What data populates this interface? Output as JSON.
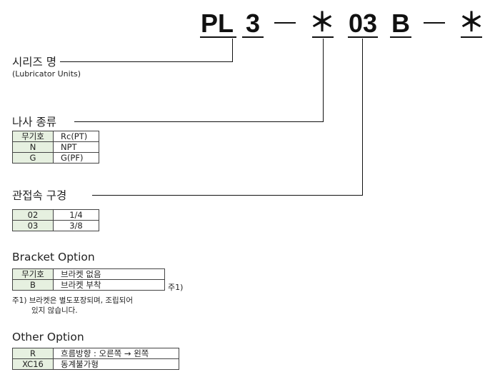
{
  "model_code": {
    "prefix": "PL",
    "size": "3",
    "thread": "＊",
    "port": "03",
    "bracket": "B",
    "option": "＊"
  },
  "series": {
    "title": "시리즈 명",
    "subtitle": "(Lubricator Units)"
  },
  "thread_type": {
    "title": "나사 종류",
    "rows": [
      [
        "무기호",
        "Rc(PT)"
      ],
      [
        "N",
        "NPT"
      ],
      [
        "G",
        "G(PF)"
      ]
    ]
  },
  "port_size": {
    "title": "관접속 구경",
    "rows": [
      [
        "02",
        "1/4"
      ],
      [
        "03",
        "3/8"
      ]
    ]
  },
  "bracket_option": {
    "title": "Bracket Option",
    "rows": [
      [
        "무기호",
        "브라켓 없음"
      ],
      [
        "B",
        "브라켓 부착"
      ]
    ],
    "row_note": "주1)",
    "footnote_line1": "주1) 브라켓은 별도포장되며, 조립되어",
    "footnote_line2": "있지 않습니다."
  },
  "other_option": {
    "title": "Other Option",
    "rows": [
      [
        "R",
        "흐름방향 : 오른쪽 → 왼쪽"
      ],
      [
        "XC16",
        "동계불가형"
      ]
    ]
  },
  "colors": {
    "code_cell_bg": "#e6f0e0",
    "line": "#111111"
  }
}
